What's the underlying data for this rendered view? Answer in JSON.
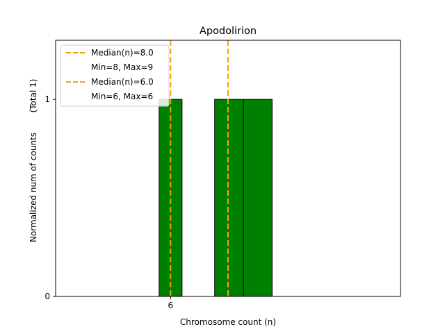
{
  "chart_data": {
    "type": "bar",
    "title": "Apodolirion",
    "xlabel": "Chromosome count (n)",
    "ylabel": "Normalized num of counts",
    "ylabel_note": "(Total 1)",
    "xlim": [
      3.0,
      12.0
    ],
    "ylim": [
      0,
      1.3
    ],
    "x_ticks": [
      {
        "value": 6,
        "label": "6"
      }
    ],
    "y_ticks": [
      {
        "value": 0,
        "label": "0"
      },
      {
        "value": 1,
        "label": "1"
      }
    ],
    "bars": [
      {
        "x_left": 5.7,
        "x_right": 6.3,
        "value": 1,
        "color": "#008000"
      },
      {
        "x_left": 7.15,
        "x_right": 7.9,
        "value": 1,
        "color": "#008000"
      },
      {
        "x_left": 7.9,
        "x_right": 8.65,
        "value": 1,
        "color": "#008000"
      }
    ],
    "median_lines": [
      {
        "x": 6.0,
        "color": "#f0a500"
      },
      {
        "x": 7.5,
        "color": "#f0a500"
      }
    ],
    "legend": {
      "placement": "top-left",
      "entries": [
        {
          "line": "Median(n)=8.0",
          "sub": "Min=8, Max=9",
          "color": "#f0a500"
        },
        {
          "line": "Median(n)=6.0",
          "sub": "Min=6, Max=6",
          "color": "#f0a500"
        }
      ]
    },
    "grid": false
  }
}
